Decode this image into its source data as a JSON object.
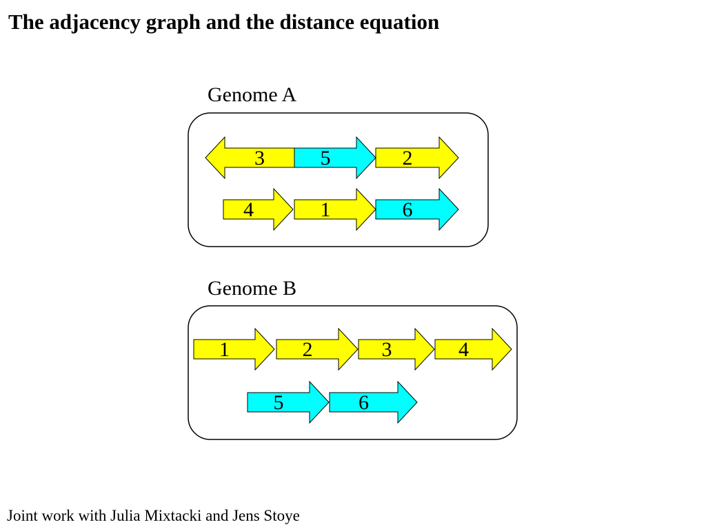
{
  "title": "The adjacency graph and the distance equation",
  "footer": "Joint work with Julia Mixtacki and Jens Stoye",
  "colors": {
    "chromosome_1": "#ffff00",
    "chromosome_2": "#00ffff",
    "outline": "#000000"
  },
  "genomes": [
    {
      "label": "Genome A",
      "chromosomes": [
        {
          "genes": [
            {
              "label": "3",
              "direction": "left",
              "color": "#ffff00"
            },
            {
              "label": "5",
              "direction": "right",
              "color": "#00ffff"
            },
            {
              "label": "2",
              "direction": "right",
              "color": "#ffff00"
            }
          ]
        },
        {
          "genes": [
            {
              "label": "4",
              "direction": "right",
              "color": "#ffff00"
            },
            {
              "label": "1",
              "direction": "right",
              "color": "#ffff00"
            },
            {
              "label": "6",
              "direction": "right",
              "color": "#00ffff"
            }
          ]
        }
      ]
    },
    {
      "label": "Genome B",
      "chromosomes": [
        {
          "genes": [
            {
              "label": "1",
              "direction": "right",
              "color": "#ffff00"
            },
            {
              "label": "2",
              "direction": "right",
              "color": "#ffff00"
            },
            {
              "label": "3",
              "direction": "right",
              "color": "#ffff00"
            },
            {
              "label": "4",
              "direction": "right",
              "color": "#ffff00"
            }
          ]
        },
        {
          "genes": [
            {
              "label": "5",
              "direction": "right",
              "color": "#00ffff"
            },
            {
              "label": "6",
              "direction": "right",
              "color": "#00ffff"
            }
          ]
        }
      ]
    }
  ]
}
